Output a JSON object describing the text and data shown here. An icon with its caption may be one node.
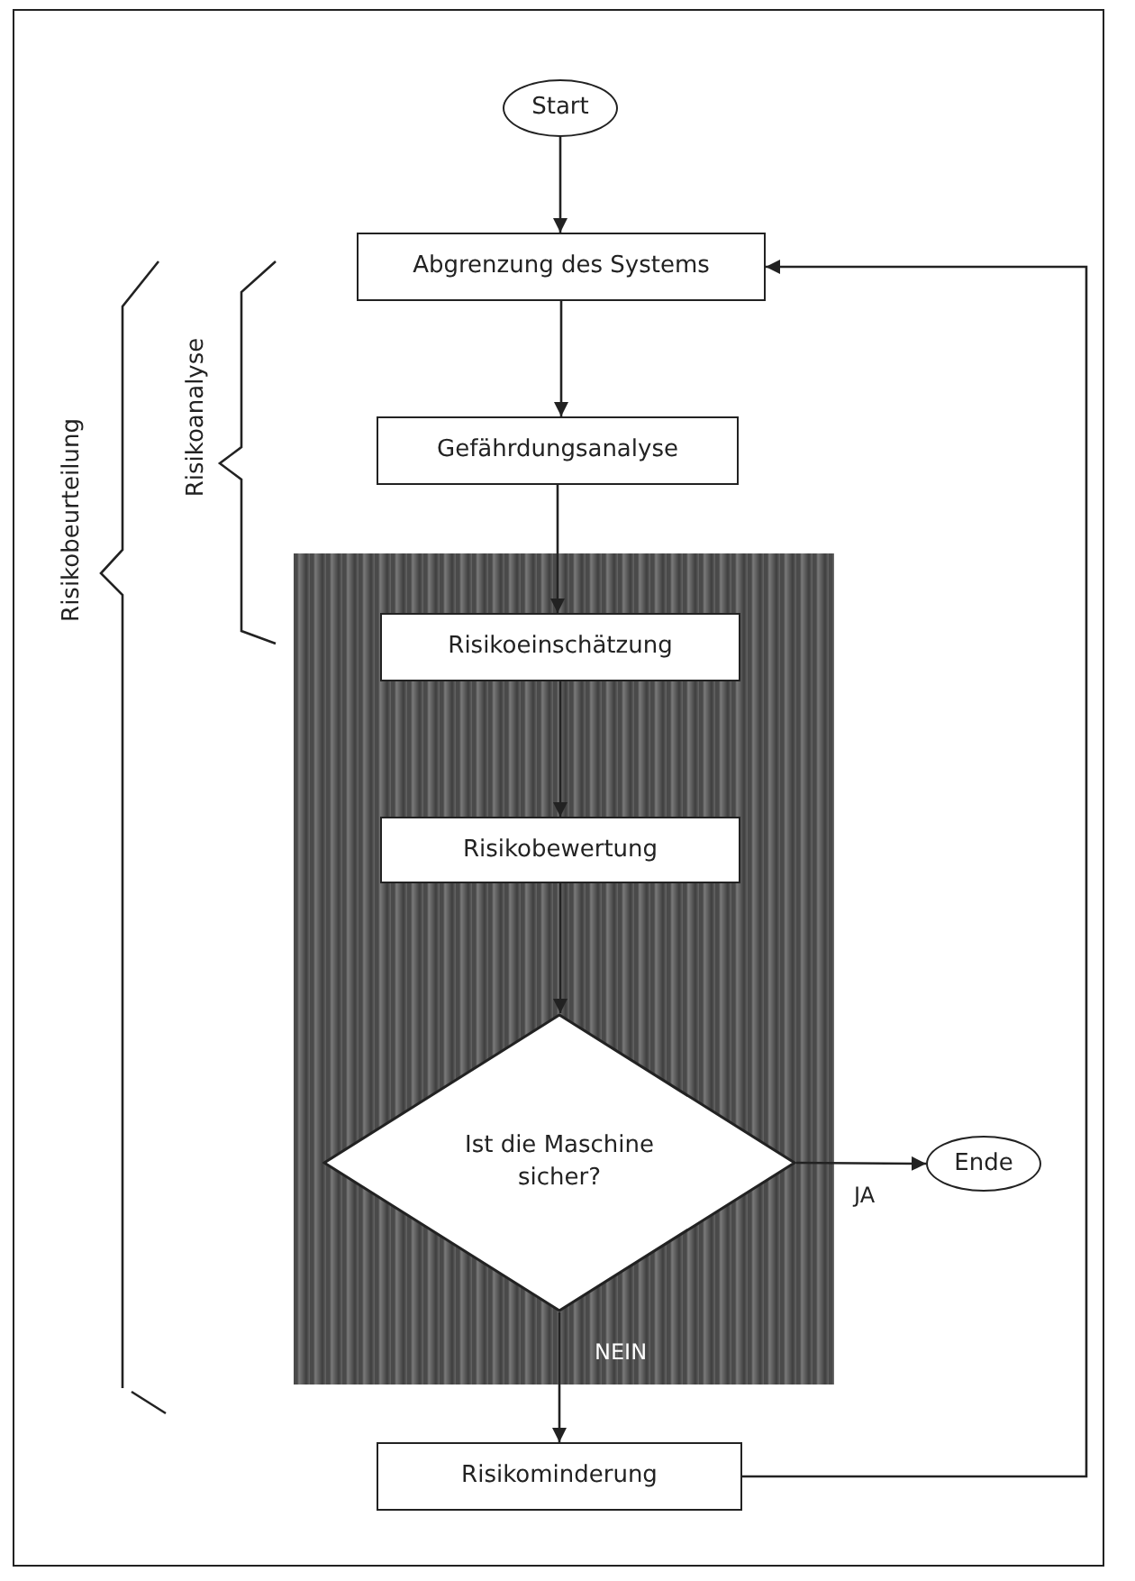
{
  "diagram": {
    "nodes": [
      {
        "text": [
          "Start"
        ]
      },
      {
        "text": [
          "Abgrenzung des Systems"
        ]
      },
      {
        "text": [
          "Gefährdungsanalyse"
        ]
      },
      {
        "text": [],
        "shape": "box"
      },
      {
        "text": [
          "Risikoeinschätzung"
        ],
        "in": 3
      },
      {
        "text": [
          "Risikobewertung"
        ],
        "in": 3
      },
      {
        "text": [
          "Ist die Maschine sicher?"
        ],
        "in": 3
      },
      {
        "text": [
          "Ende"
        ]
      },
      {
        "text": [
          "Risikominderung"
        ]
      }
    ],
    "edges": [
      {
        "from": 0,
        "to": 1,
        "arrow": "to"
      },
      {
        "from": 1,
        "to": 2,
        "arrow": "to"
      },
      {
        "from": 2,
        "to": 4,
        "arrow": "to"
      },
      {
        "from": 4,
        "to": 5,
        "arrow": "to"
      },
      {
        "from": 5,
        "to": 6,
        "arrow": "to"
      },
      {
        "from": 6,
        "to": 7,
        "arrow": "to",
        "label": "JA"
      },
      {
        "from": 6,
        "to": 8,
        "arrow": "to",
        "label": "NEIN"
      },
      {
        "from": 8,
        "to": 1,
        "arrow": "to"
      }
    ],
    "labels": [
      "Risikobeurteilung",
      "Risikoanalyse"
    ]
  }
}
